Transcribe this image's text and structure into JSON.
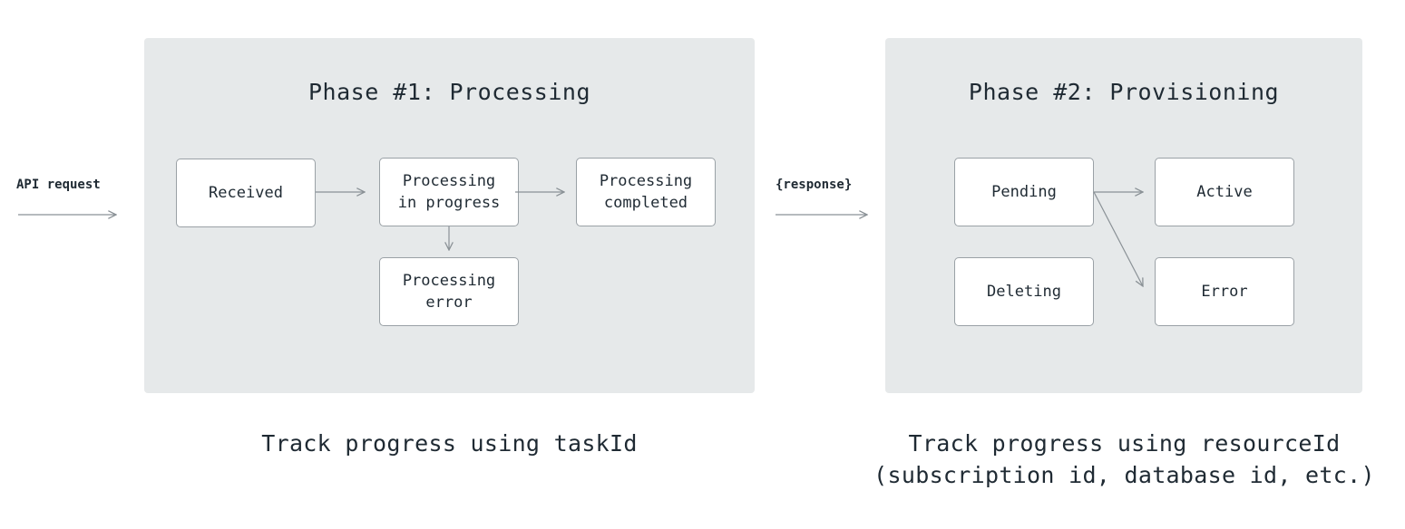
{
  "input_label": "API request",
  "response_label": "{response}",
  "phase1": {
    "title": "Phase #1: Processing",
    "nodes": {
      "received": "Received",
      "in_progress": "Processing\nin progress",
      "completed": "Processing\ncompleted",
      "error": "Processing\nerror"
    },
    "caption": "Track progress using taskId"
  },
  "phase2": {
    "title": "Phase #2: Provisioning",
    "nodes": {
      "pending": "Pending",
      "active": "Active",
      "deleting": "Deleting",
      "error": "Error"
    },
    "caption_line1": "Track progress using resourceId",
    "caption_line2": "(subscription id, database id, etc.)"
  },
  "colors": {
    "panel": "#e6e9ea",
    "node_border": "#9aa1a6",
    "arrow": "#8a9196",
    "text": "#1f2a33"
  }
}
